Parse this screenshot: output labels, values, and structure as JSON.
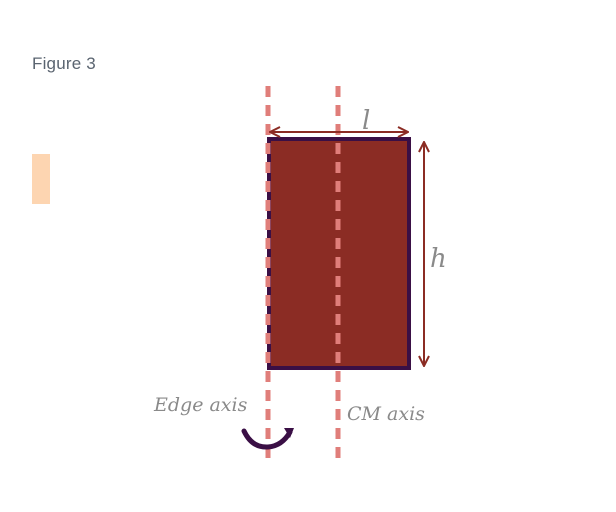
{
  "figure": {
    "title": "Figure 3",
    "labels": {
      "length": "l",
      "height": "h",
      "edge_axis": "Edge axis",
      "cm_axis": "CM axis"
    },
    "colors": {
      "rod_fill": "#8b2c24",
      "rod_border": "#3a0f45",
      "axis_dash": "#e07e7a",
      "dimension_arrow": "#8b2c24",
      "rotation_arrow": "#3a0f45",
      "side_marker": "#fdd5b1",
      "label_text": "#8a8a8a"
    }
  }
}
